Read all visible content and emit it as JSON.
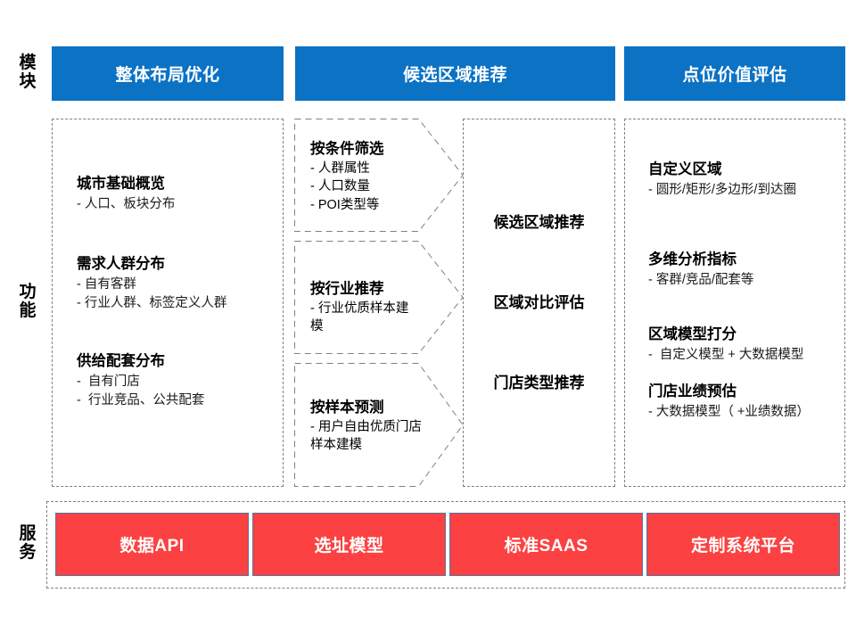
{
  "meta": {
    "colors": {
      "header_blue": "#0B72C4",
      "service_red": "#FB4141",
      "service_border": "#4E7BA6",
      "dashed_gray": "#808080",
      "text_black": "#000000"
    }
  },
  "row_labels": {
    "module": {
      "chars": [
        "模",
        "块"
      ]
    },
    "function": {
      "chars": [
        "功",
        "能"
      ]
    },
    "service": {
      "chars": [
        "服",
        "务"
      ]
    }
  },
  "headers": [
    {
      "label": "整体布局优化"
    },
    {
      "label": "候选区域推荐"
    },
    {
      "label": "点位价值评估"
    }
  ],
  "column1": {
    "features": [
      {
        "title": "城市基础概览",
        "lines": [
          "- 人口、板块分布"
        ]
      },
      {
        "title": "需求人群分布",
        "lines": [
          "- 自有客群",
          "- 行业人群、标签定义人群"
        ]
      },
      {
        "title": "供给配套分布",
        "lines": [
          "-  自有门店",
          "-  行业竞品、公共配套"
        ]
      }
    ]
  },
  "column2_arrows": [
    {
      "title": "按条件筛选",
      "lines": [
        "- 人群属性",
        "- 人口数量",
        "- POI类型等"
      ]
    },
    {
      "title": "按行业推荐",
      "lines": [
        "- 行业优质样本建模"
      ]
    },
    {
      "title": "按样本预测",
      "lines": [
        "- 用户自由优质门店样本建模"
      ]
    }
  ],
  "column2_results": {
    "labels": [
      "候选区域推荐",
      "区域对比评估",
      "门店类型推荐"
    ]
  },
  "column3": {
    "features": [
      {
        "title": "自定义区域",
        "lines": [
          "- 圆形/矩形/多边形/到达圈"
        ]
      },
      {
        "title": "多维分析指标",
        "lines": [
          "- 客群/竞品/配套等"
        ]
      },
      {
        "title": "区域模型打分",
        "lines": [
          "-  自定义模型 + 大数据模型"
        ]
      },
      {
        "title": "门店业绩预估",
        "lines": [
          "- 大数据模型（ +业绩数据）"
        ]
      }
    ]
  },
  "services": [
    {
      "label": "数据API"
    },
    {
      "label": "选址模型"
    },
    {
      "label": "标准SAAS"
    },
    {
      "label": "定制系统平台"
    }
  ]
}
